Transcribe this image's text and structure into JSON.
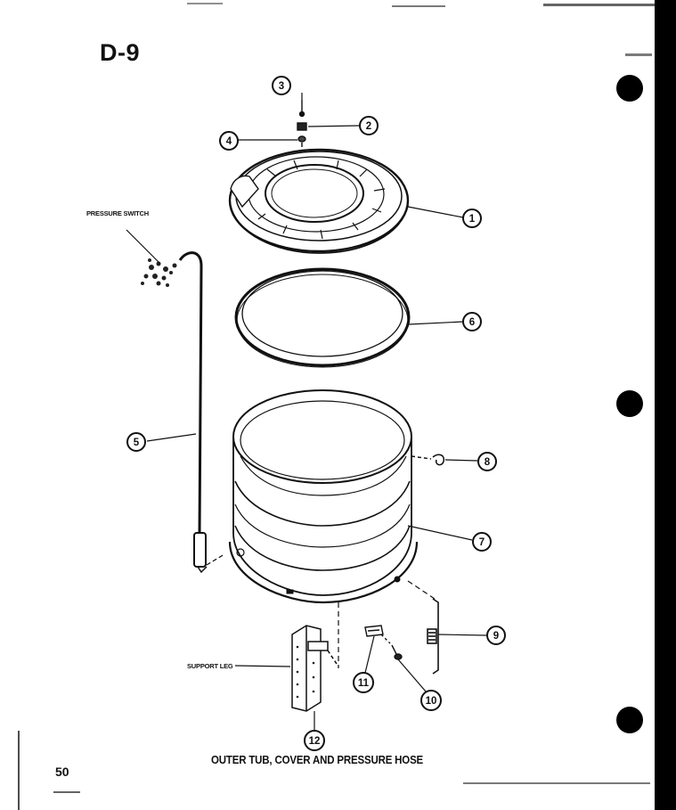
{
  "header": {
    "section_id": "D-9"
  },
  "footer": {
    "page_number": "50",
    "caption": "OUTER TUB, COVER AND PRESSURE HOSE"
  },
  "labels": {
    "pressure_switch": "PRESSURE SWITCH",
    "support_leg": "SUPPORT LEG"
  },
  "callouts": [
    "1",
    "2",
    "3",
    "4",
    "5",
    "6",
    "7",
    "8",
    "9",
    "10",
    "11",
    "12"
  ]
}
